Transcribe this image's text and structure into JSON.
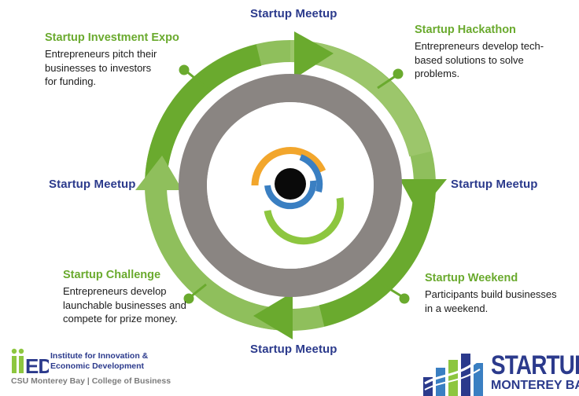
{
  "meetups": {
    "top": "Startup Meetup",
    "right": "Startup Meetup",
    "bottom": "Startup Meetup",
    "left": "Startup Meetup"
  },
  "stages": {
    "investment_expo": {
      "title": "Startup Investment Expo",
      "description": "Entrepreneurs pitch their businesses to investors for funding."
    },
    "hackathon": {
      "title": "Startup Hackathon",
      "description": "Entrepreneurs develop tech-based solutions to solve problems."
    },
    "weekend": {
      "title": "Startup Weekend",
      "description": "Participants build businesses in a weekend."
    },
    "challenge": {
      "title": "Startup Challenge",
      "description": "Entrepreneurs develop launchable businesses and compete for prize money."
    }
  },
  "logos": {
    "iied": {
      "line1": "Institute for Innovation &",
      "line2": "Economic Development",
      "sub": "CSU Monterey Bay | College of Business"
    },
    "startup_mb": {
      "word1": "STARTUP",
      "word2": "MONTEREY BAY"
    }
  },
  "colors": {
    "dark_green": "#6aaa2e",
    "light_green": "#8fbf5c",
    "gray_ring": "#8a8582",
    "navy": "#2b3a8c",
    "orange": "#f2a62c",
    "blue": "#3a7fc2",
    "lime": "#8dc63f"
  }
}
